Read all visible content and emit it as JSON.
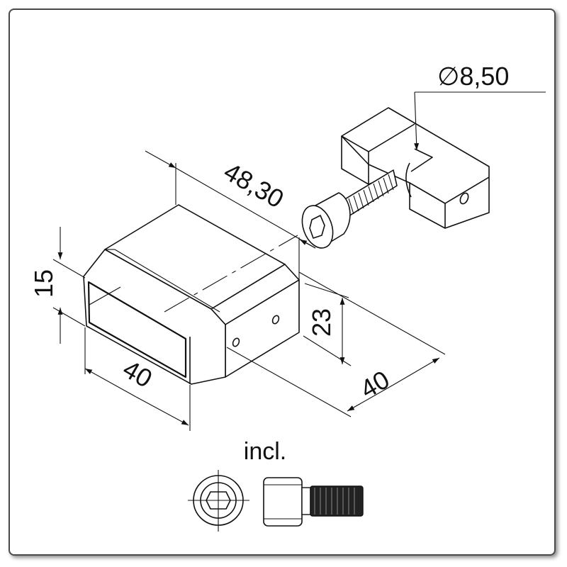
{
  "drawing": {
    "dimensions": {
      "bolt_diameter": "∅8,50",
      "length": "48,30",
      "height_left": "15",
      "height_right": "23",
      "width_front": "40",
      "width_side": "40"
    },
    "included_label": "incl."
  }
}
